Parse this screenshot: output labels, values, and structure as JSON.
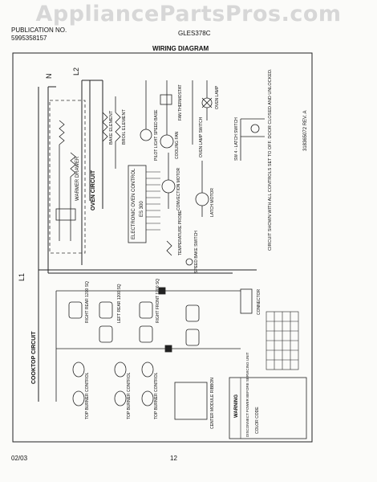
{
  "watermark": "AppliancePartsPros.com",
  "header": {
    "pub_label": "PUBLICATION NO.",
    "pub_no": "5995358157",
    "model": "GLES378C",
    "title": "WIRING DIAGRAM"
  },
  "footer": {
    "date": "02/03",
    "page": "12"
  },
  "labels": {
    "line_l1": "L1",
    "line_l2": "L2",
    "neutral": "N",
    "oven_circuit": "OVEN CIRCUIT",
    "cooktop_circuit": "COOKTOP CIRCUIT",
    "warmer_drawer": "WARMER DRAWER",
    "bake_element": "BAKE ELEMENT",
    "broil_element": "BROIL ELEMENT",
    "pilot_light": "PILOT LIGHT SPEED BASE",
    "fan_thermostat": "FAN THERMOSTAT",
    "cooling_fan": "COOLING FAN",
    "oven_lamp": "OVEN LAMP",
    "oven_lamp_switch": "OVEN LAMP SWITCH",
    "latch_switch": "SW 4 - LATCH SWITCH",
    "convection_motor": "CONVECTION MOTOR",
    "latch_motor": "LATCH MOTOR",
    "electronic_control": "ELECTRONIC OVEN CONTROL",
    "control_id": "ES 300",
    "temp_probe": "TEMPERATURE PROBE",
    "door_switch": "SPEED BAKE SWITCH",
    "connector": "CONNECTOR",
    "right_rear": "RIGHT REAR 1200 SQ",
    "left_rear": "LEFT REAR 1200 SQ",
    "right_front": "RIGHT FRONT 1200 SQ",
    "top_burner_1": "TOP BURNER CONTROL",
    "top_burner_2": "TOP BURNER CONTROL",
    "top_burner_3": "TOP BURNER CONTROL",
    "center_module": "CENTER MODULE RIBBON",
    "note_text": "CIRCUIT SHOWN WITH ALL CONTROLS SET TO OFF. DOOR CLOSED AND UNLOCKED.",
    "doc_number": "318365072 REV. A",
    "warning_title": "WARNING",
    "warning_text": "DISCONNECT POWER BEFORE SERVICING UNIT",
    "color_code": "COLOR CODE"
  }
}
